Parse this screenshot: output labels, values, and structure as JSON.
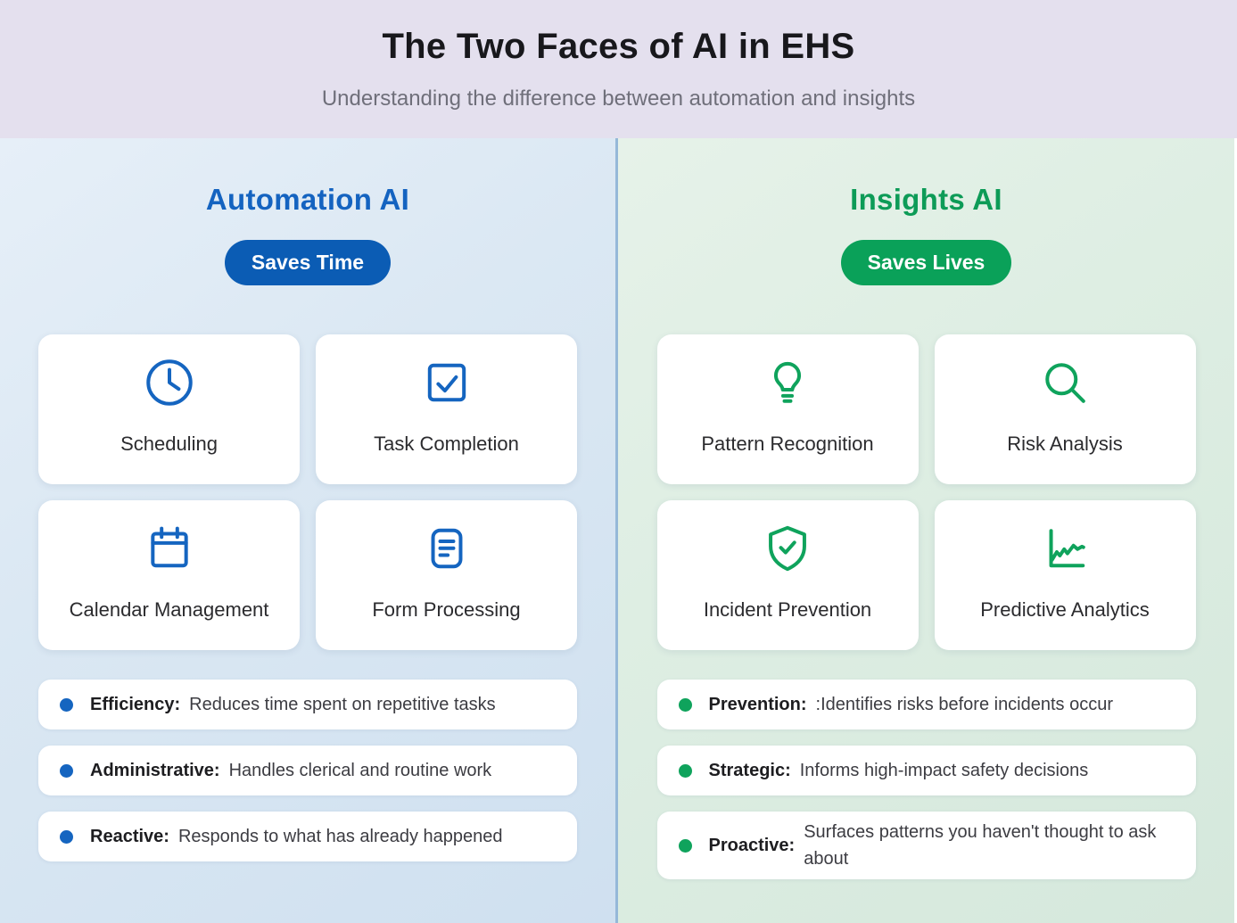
{
  "header": {
    "title": "The Two Faces of AI in EHS",
    "subtitle": "Understanding the difference between automation and insights"
  },
  "colors": {
    "header_bg": "#E4E0EE",
    "divider": "#95B8D8",
    "automation_accent": "#1463C0",
    "automation_badge_bg": "#0B5CB4",
    "automation_icon": "#1565C0",
    "insights_accent": "#0D9B57",
    "insights_badge_bg": "#0AA159",
    "insights_icon": "#0FA35C",
    "card_bg": "#FFFFFF"
  },
  "columns": [
    {
      "title": "Automation AI",
      "badge": "Saves Time",
      "cards": [
        {
          "icon": "clock-icon",
          "label": "Scheduling"
        },
        {
          "icon": "checkbox-icon",
          "label": "Task Completion"
        },
        {
          "icon": "calendar-icon",
          "label": "Calendar Management"
        },
        {
          "icon": "document-lines-icon",
          "label": "Form Processing"
        }
      ],
      "points": [
        {
          "label": "Efficiency:",
          "text": "Reduces time spent on repetitive tasks"
        },
        {
          "label": "Administrative:",
          "text": "Handles clerical and routine work"
        },
        {
          "label": "Reactive:",
          "text": "Responds to what has already happened"
        }
      ]
    },
    {
      "title": "Insights AI",
      "badge": "Saves Lives",
      "cards": [
        {
          "icon": "lightbulb-icon",
          "label": "Pattern Recognition"
        },
        {
          "icon": "magnifier-icon",
          "label": "Risk Analysis"
        },
        {
          "icon": "shield-check-icon",
          "label": "Incident Prevention"
        },
        {
          "icon": "line-chart-icon",
          "label": "Predictive Analytics"
        }
      ],
      "points": [
        {
          "label": "Prevention:",
          "text": ":Identifies risks before incidents occur"
        },
        {
          "label": "Strategic:",
          "text": "Informs high-impact safety decisions"
        },
        {
          "label": "Proactive:",
          "text": "Surfaces patterns you haven't thought to ask about"
        }
      ]
    }
  ]
}
